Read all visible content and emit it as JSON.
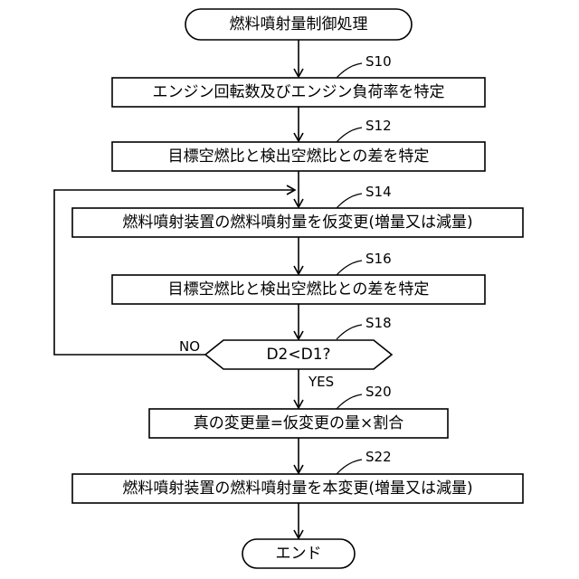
{
  "flowchart": {
    "start": "燃料噴射量制御処理",
    "end": "エンド",
    "steps": [
      {
        "id": "S10",
        "text": "エンジン回転数及びエンジン負荷率を特定"
      },
      {
        "id": "S12",
        "text": "目標空燃比と検出空燃比との差を特定"
      },
      {
        "id": "S14",
        "text": "燃料噴射装置の燃料噴射量を仮変更(増量又は減量)"
      },
      {
        "id": "S16",
        "text": "目標空燃比と検出空燃比との差を特定"
      },
      {
        "id": "S18",
        "text": "D2<D1?"
      },
      {
        "id": "S20",
        "text": "真の変更量=仮変更の量×割合"
      },
      {
        "id": "S22",
        "text": "燃料噴射装置の燃料噴射量を本変更(増量又は減量)"
      }
    ],
    "branch_no": "NO",
    "branch_yes": "YES"
  }
}
